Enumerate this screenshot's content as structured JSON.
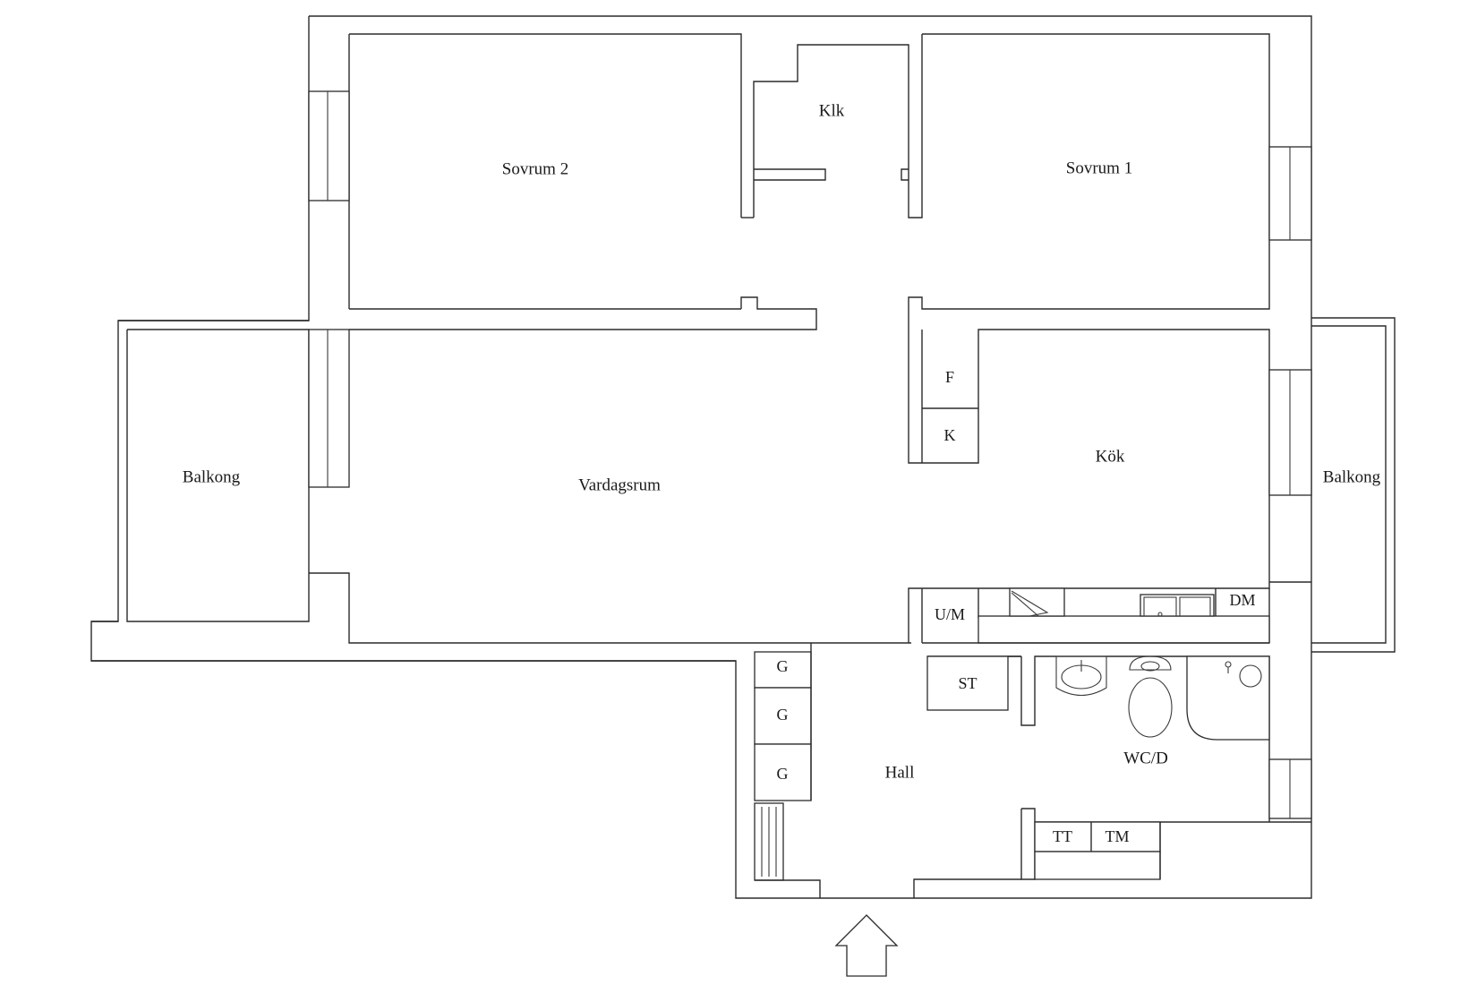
{
  "rooms": {
    "sovrum2": "Sovrum 2",
    "klk": "Klk",
    "sovrum1": "Sovrum 1",
    "balkong_left": "Balkong",
    "vardagsrum": "Vardagsrum",
    "kok": "Kök",
    "balkong_right": "Balkong",
    "hall": "Hall",
    "wcd": "WC/D"
  },
  "fixtures": {
    "fridge": "F",
    "freezer": "K",
    "oven_micro": "U/M",
    "dishwasher": "DM",
    "storage": "ST",
    "wardrobe_1": "G",
    "wardrobe_2": "G",
    "wardrobe_3": "G",
    "dryer": "TT",
    "washer": "TM"
  },
  "icons": {
    "entrance": "entrance-arrow-icon",
    "sink": "sink-icon",
    "toilet": "toilet-icon",
    "shower": "shower-icon",
    "stove": "stove-icon",
    "kitchen_sink": "kitchen-sink-icon",
    "radiator": "radiator-icon"
  },
  "colors": {
    "wall": "#2b2b2b",
    "background": "#ffffff"
  }
}
